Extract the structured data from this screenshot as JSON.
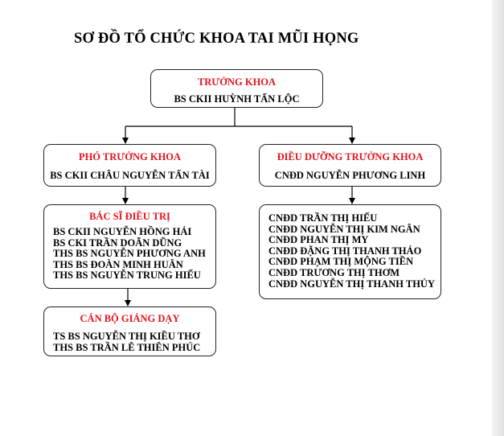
{
  "title": "SƠ ĐỒ TỔ CHỨC KHOA TAI MŨI HỌNG",
  "head_of_department": {
    "role": "TRƯỞNG KHOA",
    "name": "BS CKII HUỲNH TẤN LỘC"
  },
  "deputy_head": {
    "role": "PHÓ TRƯỞNG KHOA",
    "name": "BS CKII CHÂU NGUYỄN TẤN TÀI"
  },
  "head_nurse": {
    "role": "ĐIỀU DƯỠNG TRƯỞNG KHOA",
    "name": "CNĐD NGUYỄN PHƯƠNG LINH"
  },
  "physicians": {
    "role": "BÁC SĨ ĐIỀU TRỊ",
    "members": [
      "BS CKII NGUYỄN HỒNG HẢI",
      "BS CKI TRẦN DOÃN DŨNG",
      "THS BS NGUYỄN PHƯƠNG ANH",
      "THS BS ĐOÀN MINH HUÂN",
      "THS BS NGUYỄN TRUNG HIẾU"
    ]
  },
  "teaching_staff": {
    "role": "CÁN BỘ GIẢNG DẠY",
    "members": [
      "TS BS NGUYỄN THỊ KIỀU THƠ",
      "THS BS TRẦN LÊ THIÊN PHÚC"
    ]
  },
  "nurses": {
    "members": [
      "CNĐD TRẦN THỊ HIẾU",
      "CNĐD NGUYỄN THỊ KIM NGÂN",
      "CNĐD PHAN THỊ MY",
      "CNĐD ĐẶNG THỊ THANH THẢO",
      "CNĐD PHẠM THỊ MỘNG TIỀN",
      "CNĐD TRƯƠNG THỊ THƠM",
      "CNĐD NGUYỄN THỊ THANH THỦY"
    ]
  }
}
